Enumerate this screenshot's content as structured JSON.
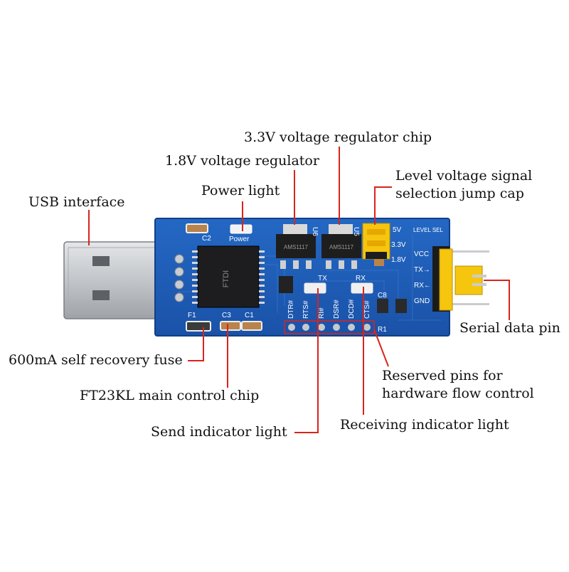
{
  "callouts": {
    "usb_interface": "USB interface",
    "power_light": "Power light",
    "regulator_1v8": "1.8V voltage regulator",
    "regulator_3v3": "3.3V voltage regulator chip",
    "level_jump_cap_line1": "Level voltage signal",
    "level_jump_cap_line2": "selection jump cap",
    "serial_data_pin": "Serial data pin",
    "fuse": "600mA self recovery fuse",
    "main_chip": "FT23KL main control chip",
    "flow_control_line1": "Reserved pins for",
    "flow_control_line2": "hardware flow control",
    "send_light": "Send indicator light",
    "receive_light": "Receiving indicator light"
  },
  "board": {
    "silkscreen": {
      "c2": "C2",
      "c3": "C3",
      "c1": "C1",
      "f1": "F1",
      "u6": "U6",
      "u5": "U5",
      "c8": "C8",
      "r1": "R1",
      "power": "Power",
      "tx": "TX",
      "rx": "RX",
      "v5": "5V",
      "v33": "3.3V",
      "v18": "1.8V",
      "level_sel": "LEVEL  SEL",
      "vcc": "VCC",
      "txp": "TX→",
      "rxp": "RX←",
      "gnd": "GND",
      "dtr": "DTR#",
      "rts": "RTS#",
      "ri": "RI#",
      "dsr": "DSR#",
      "dcd": "DCD#",
      "cts": "CTS#",
      "chip_mark": "FTDI",
      "ams1": "AMS1117",
      "ams2": "AMS1117"
    }
  },
  "colors": {
    "pcb_blue": "#1c5bb5",
    "pcb_dark": "#173f86",
    "callout_line": "#d9241c",
    "jumper_yellow": "#f6c60f",
    "usb_metal": "#c9ccd0"
  }
}
